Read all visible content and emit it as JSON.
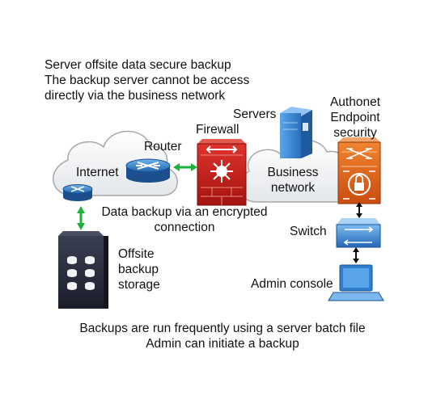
{
  "header": {
    "lines": [
      "Server offsite data secure backup",
      "The backup server cannot be access",
      "directly via the business network"
    ]
  },
  "labels": {
    "internet": "Internet",
    "router": "Router",
    "firewall": "Firewall",
    "servers": "Servers",
    "business_network": [
      "Business",
      "network"
    ],
    "authonet": [
      "Authonet",
      "Endpoint",
      "security"
    ],
    "switch": "Switch",
    "admin_console": "Admin console",
    "offsite_storage": [
      "Offsite",
      "backup",
      "storage"
    ],
    "backup_connection": [
      "Data backup via an encrypted",
      "connection"
    ]
  },
  "footer": {
    "lines": [
      "Backups are run frequently using a server batch file",
      "Admin can initiate a backup"
    ]
  },
  "colors": {
    "connection_green": "#1db33a",
    "connection_black": "#111111",
    "firewall_red": "#c8201e",
    "security_orange": "#e0661f",
    "device_blue": "#2f7fcf",
    "storage_dark": "#252838",
    "cloud_stroke": "#a8a8a8"
  },
  "icons": [
    "cloud",
    "router-icon",
    "firewall-icon",
    "server-tower-icon",
    "endpoint-security-icon",
    "switch-icon",
    "laptop-icon",
    "storage-icon"
  ]
}
